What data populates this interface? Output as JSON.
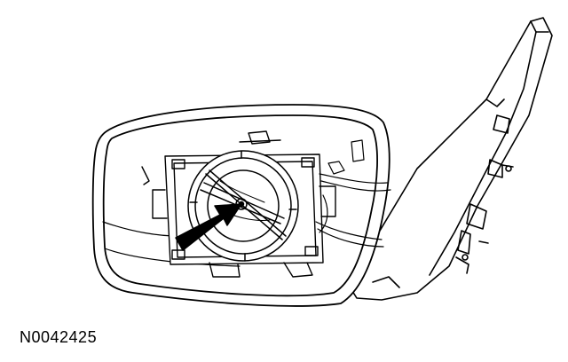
{
  "figure": {
    "id_label": "N0042425",
    "subject": "mirror-assembly-line-drawing",
    "callout": "arrow-pointing-to-mirror-glass-actuator-center"
  },
  "colors": {
    "line": "#000000",
    "fill": "#ffffff",
    "arrow": "#000000"
  }
}
